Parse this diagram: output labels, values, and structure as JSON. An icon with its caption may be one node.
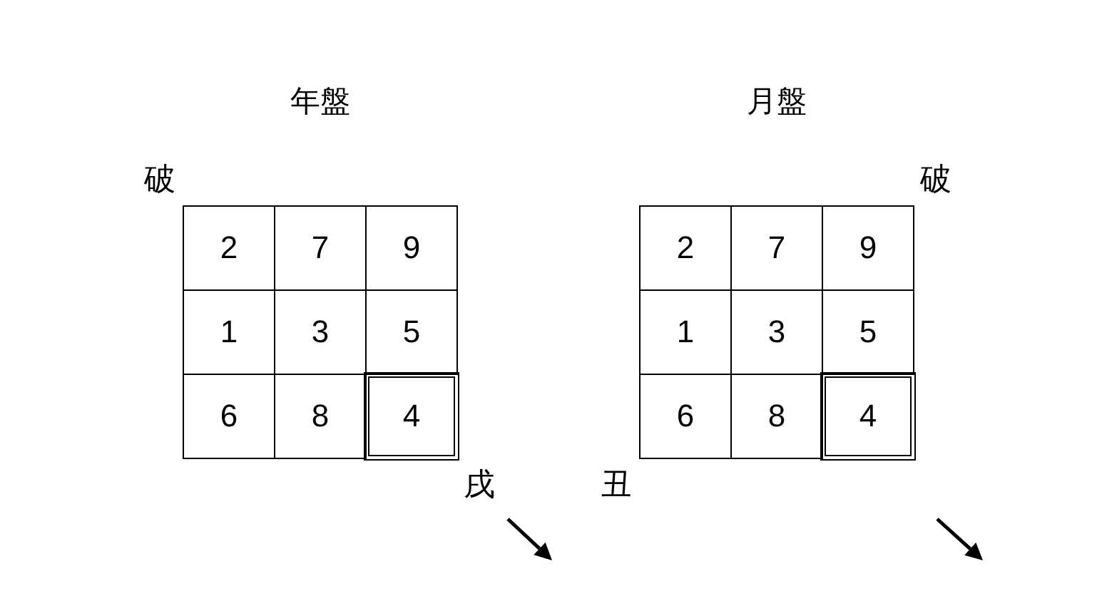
{
  "diagram": {
    "nodes": [
      {
        "text": [
          "年盤"
        ],
        "beside": [
          "破",
          "戌"
        ]
      },
      {
        "text": [
          "2"
        ],
        "in": 0
      },
      {
        "text": [
          "7"
        ],
        "in": 0
      },
      {
        "text": [
          "9"
        ],
        "in": 0
      },
      {
        "text": [
          "1"
        ],
        "in": 0
      },
      {
        "text": [
          "3"
        ],
        "in": 0
      },
      {
        "text": [
          "5"
        ],
        "in": 0
      },
      {
        "text": [
          "6"
        ],
        "in": 0
      },
      {
        "text": [
          "8"
        ],
        "in": 0
      },
      {
        "text": [
          "4"
        ],
        "in": 0
      },
      {
        "text": [
          "月盤"
        ],
        "beside": [
          "破",
          "丑"
        ]
      },
      {
        "text": [
          "2"
        ],
        "in": 10
      },
      {
        "text": [
          "7"
        ],
        "in": 10
      },
      {
        "text": [
          "9"
        ],
        "in": 10
      },
      {
        "text": [
          "1"
        ],
        "in": 10
      },
      {
        "text": [
          "3"
        ],
        "in": 10
      },
      {
        "text": [
          "5"
        ],
        "in": 10
      },
      {
        "text": [
          "6"
        ],
        "in": 10
      },
      {
        "text": [
          "8"
        ],
        "in": 10
      },
      {
        "text": [
          "4"
        ],
        "in": 10
      }
    ]
  }
}
